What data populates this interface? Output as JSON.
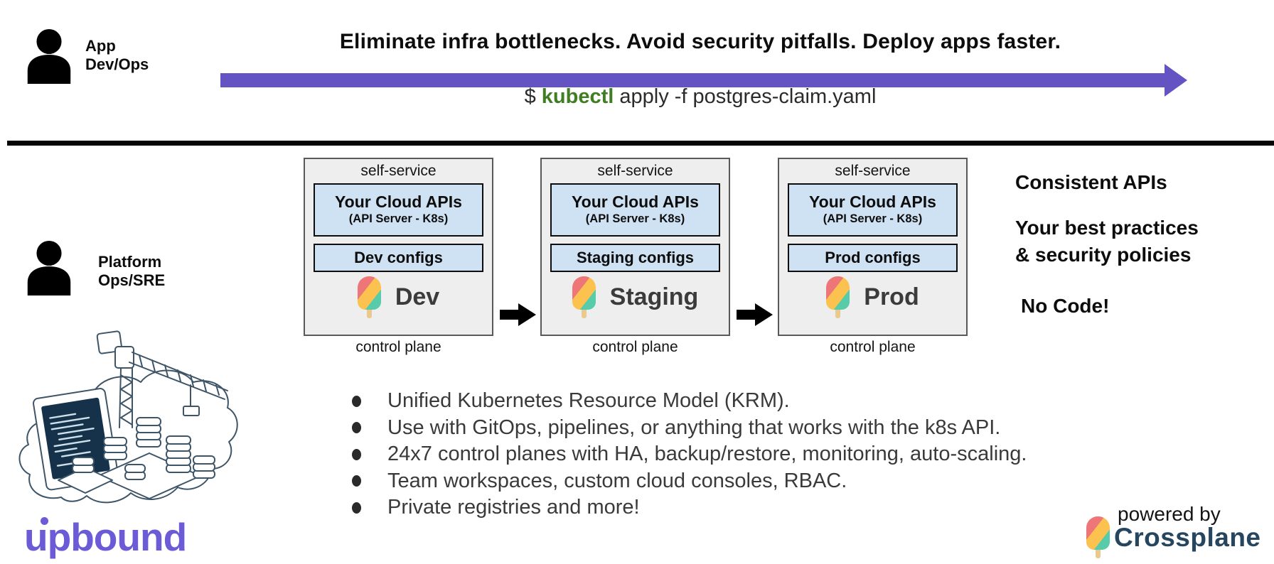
{
  "personas": {
    "app": {
      "line1": "App",
      "line2": "Dev/Ops"
    },
    "platform": {
      "line1": "Platform",
      "line2": "Ops/SRE"
    }
  },
  "header": {
    "headline": "Eliminate infra bottlenecks. Avoid security pitfalls. Deploy apps faster.",
    "command_prompt": "$ ",
    "command_keyword": "kubectl",
    "command_rest": " apply -f postgres-claim.yaml"
  },
  "control_planes": [
    {
      "top_label": "self-service",
      "api_title": "Your Cloud APIs",
      "api_subtitle": "(API Server - K8s)",
      "configs_label": "Dev configs",
      "env_name": "Dev",
      "caption": "control plane"
    },
    {
      "top_label": "self-service",
      "api_title": "Your Cloud APIs",
      "api_subtitle": "(API Server - K8s)",
      "configs_label": "Staging configs",
      "env_name": "Staging",
      "caption": "control plane"
    },
    {
      "top_label": "self-service",
      "api_title": "Your Cloud APIs",
      "api_subtitle": "(API Server - K8s)",
      "configs_label": "Prod configs",
      "env_name": "Prod",
      "caption": "control plane"
    }
  ],
  "benefits": [
    {
      "lines": [
        "Consistent APIs"
      ]
    },
    {
      "lines": [
        "Your best practices",
        "& security policies"
      ]
    },
    {
      "lines": [
        "No Code!"
      ]
    }
  ],
  "features": [
    "Unified Kubernetes Resource Model (KRM).",
    "Use with GitOps, pipelines, or anything that works with the k8s API.",
    "24x7 control planes with HA, backup/restore, monitoring, auto-scaling.",
    "Team workspaces, custom cloud consoles, RBAC.",
    "Private registries and more!"
  ],
  "branding": {
    "upbound_wordmark": "upbound",
    "powered_by": "powered by",
    "crossplane": "Crossplane"
  },
  "colors": {
    "accent_purple": "#6453c2",
    "kubectl_green": "#3f7e23",
    "box_blue": "#cfe2f3",
    "box_gray": "#eeeeee",
    "upbound_purple": "#6b5bd6",
    "crossplane_navy": "#26455e",
    "popsicle_red": "#ee7578",
    "popsicle_yellow": "#fbc24f",
    "popsicle_teal": "#57cbaa"
  }
}
